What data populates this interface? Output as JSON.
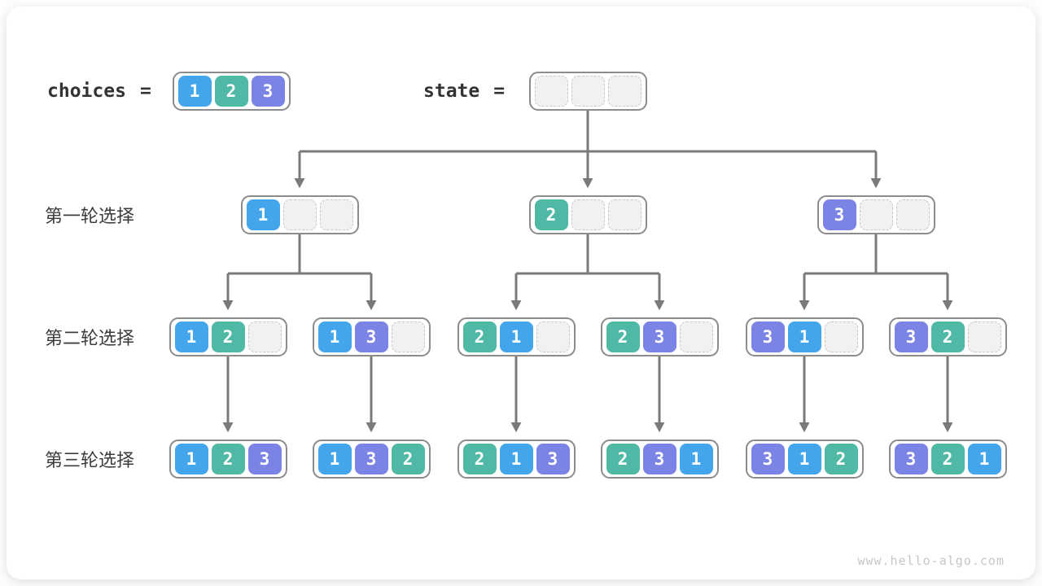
{
  "header": {
    "choices_label": "choices",
    "state_label": "state",
    "equals": "=",
    "choices_values": [
      1,
      2,
      3
    ],
    "state_values": [
      null,
      null,
      null
    ]
  },
  "tree": {
    "rounds": [
      {
        "label": "第一轮选择",
        "boxes": [
          [
            1,
            null,
            null
          ],
          [
            2,
            null,
            null
          ],
          [
            3,
            null,
            null
          ]
        ]
      },
      {
        "label": "第二轮选择",
        "boxes": [
          [
            1,
            2,
            null
          ],
          [
            1,
            3,
            null
          ],
          [
            2,
            1,
            null
          ],
          [
            2,
            3,
            null
          ],
          [
            3,
            1,
            null
          ],
          [
            3,
            2,
            null
          ]
        ]
      },
      {
        "label": "第三轮选择",
        "boxes": [
          [
            1,
            2,
            3
          ],
          [
            1,
            3,
            2
          ],
          [
            2,
            1,
            3
          ],
          [
            2,
            3,
            1
          ],
          [
            3,
            1,
            2
          ],
          [
            3,
            2,
            1
          ]
        ]
      }
    ]
  },
  "colors": {
    "1": "#43A6EC",
    "2": "#50B9A6",
    "3": "#7B84E4",
    "arrow": "#7A7A7A",
    "box_border": "#8C8C8C",
    "empty_cell": "#F1F1F1"
  },
  "watermark": "www.hello-algo.com"
}
